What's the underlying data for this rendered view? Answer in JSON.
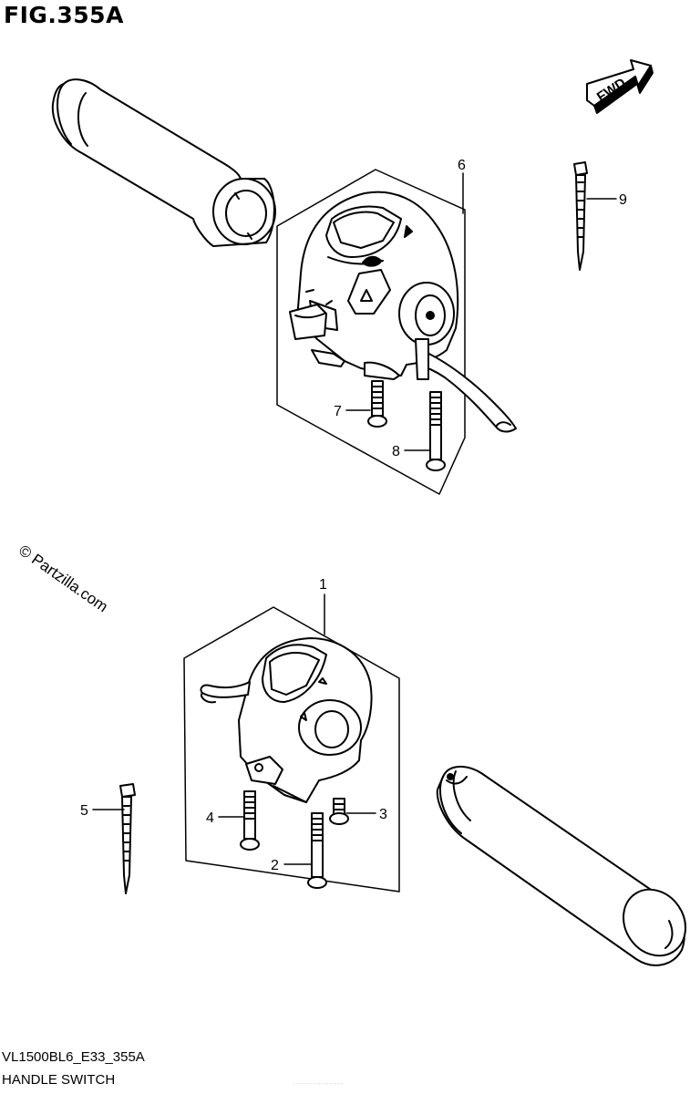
{
  "figure": {
    "title": "FIG.355A"
  },
  "footer": {
    "code": "VL1500BL6_E33_355A",
    "name": "HANDLE SWITCH",
    "fine_print": "· · · · · · · · · · · · · · · · · ·"
  },
  "watermark": {
    "text": "© Partzilla.com"
  },
  "direction": {
    "label": "FWD"
  },
  "callouts": [
    {
      "num": "1",
      "part": "switch-assembly-left"
    },
    {
      "num": "2",
      "part": "long-screw"
    },
    {
      "num": "3",
      "part": "short-screw"
    },
    {
      "num": "4",
      "part": "screw"
    },
    {
      "num": "5",
      "part": "cable-tie"
    },
    {
      "num": "6",
      "part": "switch-assembly-right"
    },
    {
      "num": "7",
      "part": "screw"
    },
    {
      "num": "8",
      "part": "long-screw"
    },
    {
      "num": "9",
      "part": "cable-tie"
    }
  ],
  "colors": {
    "line": "#000000",
    "background": "#ffffff"
  }
}
